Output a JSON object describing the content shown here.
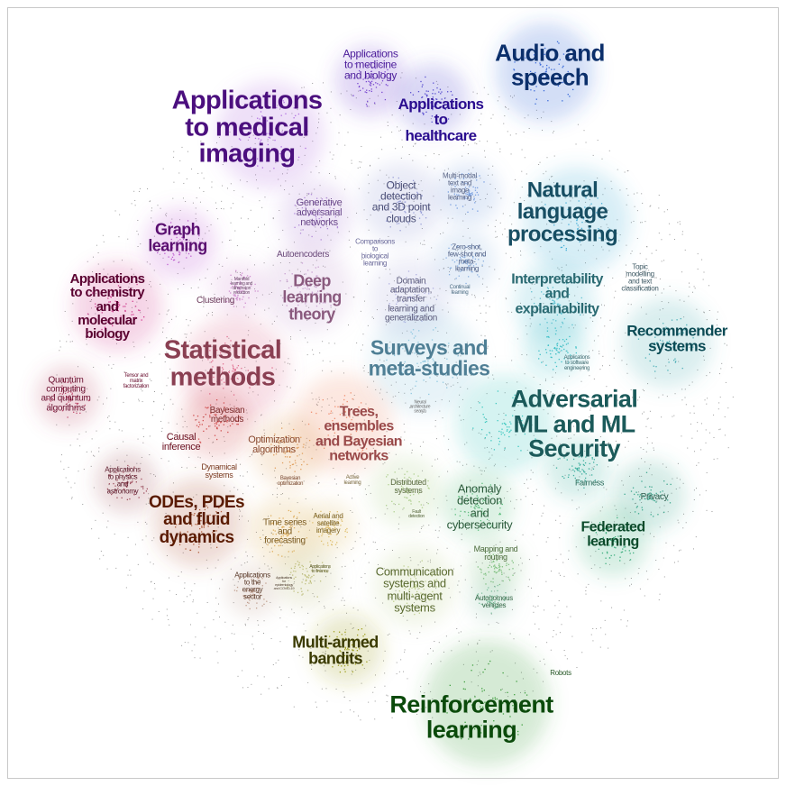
{
  "title": "Map of machine learning research topics",
  "labels": [
    {
      "text": "Applications\nto medicine\nand biology",
      "color": "#4b1c9a"
    },
    {
      "text": "Audio and\nspeech",
      "color": "#0b2f6b"
    },
    {
      "text": "Applications\nto medical\nimaging",
      "color": "#4b0f7e"
    },
    {
      "text": "Applications\nto\nhealthcare",
      "color": "#2a0d8f"
    },
    {
      "text": "Multi-modal\ntext and\nimage\nlearning",
      "color": "#5a6585"
    },
    {
      "text": "Object\ndetection\nand 3D point\nclouds",
      "color": "#4b4f77"
    },
    {
      "text": "Natural\nlanguage\nprocessing",
      "color": "#174e63"
    },
    {
      "text": "Generative\nadversarial\nnetworks",
      "color": "#6b4a8a"
    },
    {
      "text": "Graph\nlearning",
      "color": "#5a0f70"
    },
    {
      "text": "Comparisons\nto\nbiological\nlearning",
      "color": "#6b6a9a"
    },
    {
      "text": "Zero-shot,\nfew-shot and\nmeta-\nlearning",
      "color": "#4f5f85"
    },
    {
      "text": "Topic\nmodelling\nand text\nclassification",
      "color": "#3f5a65"
    },
    {
      "text": "Autoencoders",
      "color": "#6b4a7a"
    },
    {
      "text": "Deep\nlearning\ntheory",
      "color": "#8a5a7e"
    },
    {
      "text": "Interpretability\nand\nexplainability",
      "color": "#2a6a72"
    },
    {
      "text": "Applications\nto chemistry\nand\nmolecular\nbiology",
      "color": "#5a0030"
    },
    {
      "text": "Manifold\nlearning and\ndimension\nreduction",
      "color": "#6b4a6a"
    },
    {
      "text": "Clustering",
      "color": "#6b3a5a"
    },
    {
      "text": "Domain\nadaptation,\ntransfer\nlearning and\ngeneralization",
      "color": "#5a5a7a"
    },
    {
      "text": "Continual\nlearning",
      "color": "#4f6f85"
    },
    {
      "text": "Recommender\nsystems",
      "color": "#0b4b55"
    },
    {
      "text": "Statistical\nmethods",
      "color": "#8a3f52"
    },
    {
      "text": "Surveys and\nmeta-studies",
      "color": "#4f7f95"
    },
    {
      "text": "Applications\nto software\nengineering",
      "color": "#3f6a70"
    },
    {
      "text": "Quantum\ncomputing\nand quantum\nalgorithms",
      "color": "#6b1030"
    },
    {
      "text": "Tensor and\nmatrix\nfactorization",
      "color": "#6b1030"
    },
    {
      "text": "Bayesian\nmethods",
      "color": "#7a2a2a"
    },
    {
      "text": "Adversarial\nML and ML\nSecurity",
      "color": "#1b5a5a"
    },
    {
      "text": "Neural\narchitecture\nsearch",
      "color": "#6a6a6a"
    },
    {
      "text": "Trees,\nensembles\nand Bayesian\nnetworks",
      "color": "#9a4a4a"
    },
    {
      "text": "Causal\ninference",
      "color": "#6b0f1f"
    },
    {
      "text": "Optimization\nalgorithms",
      "color": "#8a4a30"
    },
    {
      "text": "Dynamical\nsystems",
      "color": "#7a3a20"
    },
    {
      "text": "Applications\nto physics\nand\nastronomy",
      "color": "#5a1a2a"
    },
    {
      "text": "Fairness",
      "color": "#2a6a5a"
    },
    {
      "text": "Bayesian\noptimization",
      "color": "#7a4a30"
    },
    {
      "text": "Active\nlearning",
      "color": "#7a6a40"
    },
    {
      "text": "Distributed\nsystems",
      "color": "#5a6a40"
    },
    {
      "text": "Anomaly\ndetection\nand\ncybersecurity",
      "color": "#2a5a3a"
    },
    {
      "text": "Privacy",
      "color": "#2a5a4a"
    },
    {
      "text": "ODEs, PDEs\nand fluid\ndynamics",
      "color": "#5a1a00"
    },
    {
      "text": "Time series\nand\nforecasting",
      "color": "#7a5a20"
    },
    {
      "text": "Aerial and\nsatellite\nimagery",
      "color": "#7a6020"
    },
    {
      "text": "Fault\ndetection",
      "color": "#5a6a40"
    },
    {
      "text": "Federated\nlearning",
      "color": "#0b4a2a"
    },
    {
      "text": "Mapping and\nrouting",
      "color": "#4a6a3a"
    },
    {
      "text": "Applications\nto the\nenergy\nsector",
      "color": "#5a3a2a"
    },
    {
      "text": "Applications\nfor\nepidemiology\nand COVID-19",
      "color": "#5a4a3a"
    },
    {
      "text": "Applications\nto finance",
      "color": "#5a5a20"
    },
    {
      "text": "Communication\nsystems and\nmulti-agent\nsystems",
      "color": "#5a6a30"
    },
    {
      "text": "Autonomous\nvehicles",
      "color": "#3a6a4a"
    },
    {
      "text": "Multi-armed\nbandits",
      "color": "#3a3a00"
    },
    {
      "text": "Robots",
      "color": "#2a5a2a"
    },
    {
      "text": "Reinforcement\nlearning",
      "color": "#0b4a0b"
    }
  ]
}
